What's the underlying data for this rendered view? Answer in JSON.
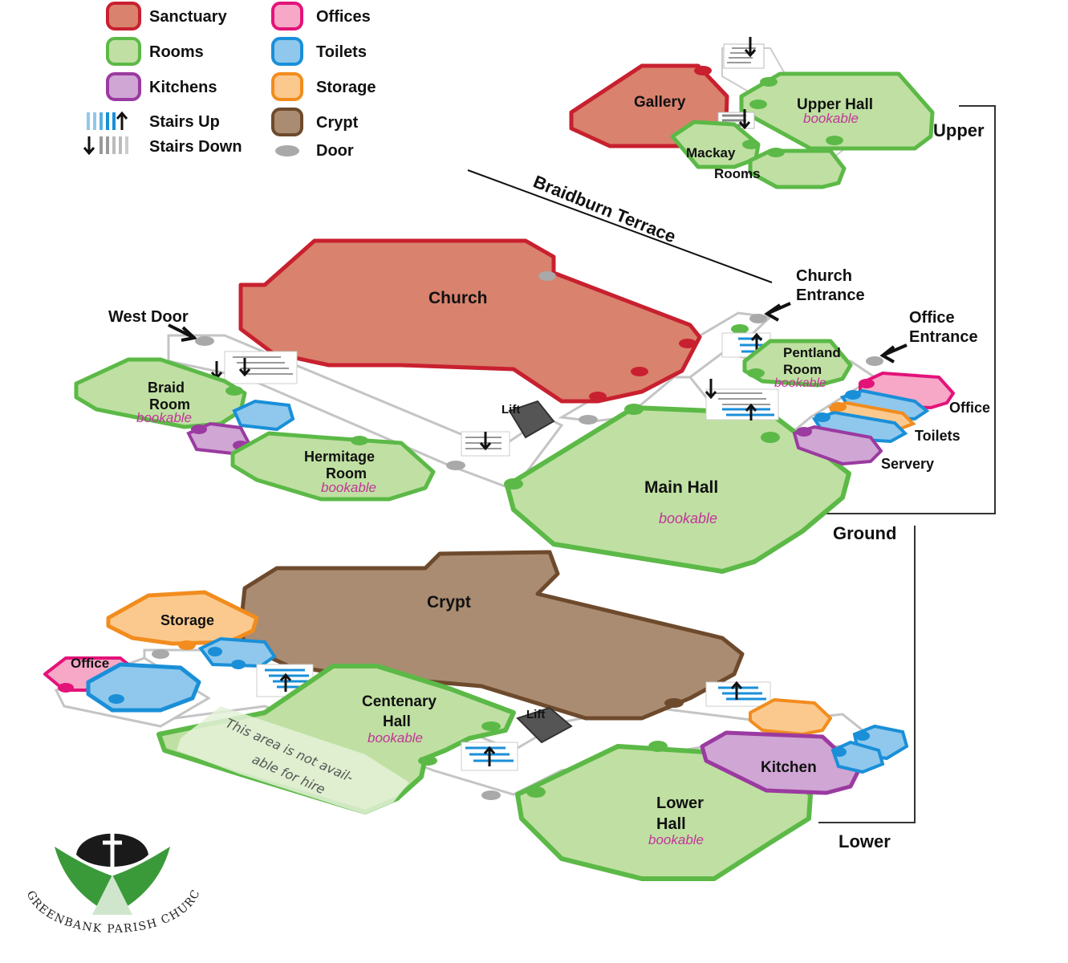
{
  "legend": {
    "sanctuary": "Sanctuary",
    "rooms": "Rooms",
    "kitchens": "Kitchens",
    "stairs_up": "Stairs Up",
    "stairs_down": "Stairs Down",
    "offices": "Offices",
    "toilets": "Toilets",
    "storage": "Storage",
    "crypt": "Crypt",
    "door": "Door"
  },
  "colors": {
    "sanctuary_fill": "#d9826e",
    "sanctuary_edge": "#c8202f",
    "room_fill": "#bfe0a2",
    "room_edge": "#5cb947",
    "kitchen_fill": "#cfa6d4",
    "kitchen_edge": "#9b3aa0",
    "office_fill": "#f6a8c6",
    "office_edge": "#e3137a",
    "toilet_fill": "#8fc8ec",
    "toilet_edge": "#1a8fd8",
    "storage_fill": "#fbc98e",
    "storage_edge": "#f28c1e",
    "crypt_fill": "#aa8c72",
    "crypt_edge": "#6e4a2d",
    "door": "#a9a9a9"
  },
  "street": "Braidburn Terrace",
  "levels": {
    "upper": "Upper",
    "ground": "Ground",
    "lower": "Lower"
  },
  "upper": {
    "gallery": "Gallery",
    "upper_hall": "Upper Hall",
    "upper_hall_note": "bookable",
    "mackay_1": "Mackay",
    "mackay_2": "Rooms"
  },
  "ground": {
    "church": "Church",
    "west_door": "West Door",
    "church_entrance_1": "Church",
    "church_entrance_2": "Entrance",
    "office_entrance_1": "Office",
    "office_entrance_2": "Entrance",
    "braid_1": "Braid",
    "braid_2": "Room",
    "braid_note": "bookable",
    "hermitage_1": "Hermitage",
    "hermitage_2": "Room",
    "hermitage_note": "bookable",
    "pentland_1": "Pentland",
    "pentland_2": "Room",
    "pentland_note": "bookable",
    "lift": "Lift",
    "main_hall": "Main Hall",
    "main_hall_note": "bookable",
    "office": "Office",
    "toilets": "Toilets",
    "servery": "Servery"
  },
  "lower": {
    "crypt": "Crypt",
    "storage": "Storage",
    "office": "Office",
    "centenary_1": "Centenary",
    "centenary_2": "Hall",
    "centenary_note": "bookable",
    "not_avail_1": "This area is not avail-",
    "not_avail_2": "able for hire",
    "lift": "Lift",
    "kitchen": "Kitchen",
    "lower_hall_1": "Lower",
    "lower_hall_2": "Hall",
    "lower_hall_note": "bookable"
  },
  "logo": {
    "text": "GREENBANK PARISH CHURCH"
  }
}
